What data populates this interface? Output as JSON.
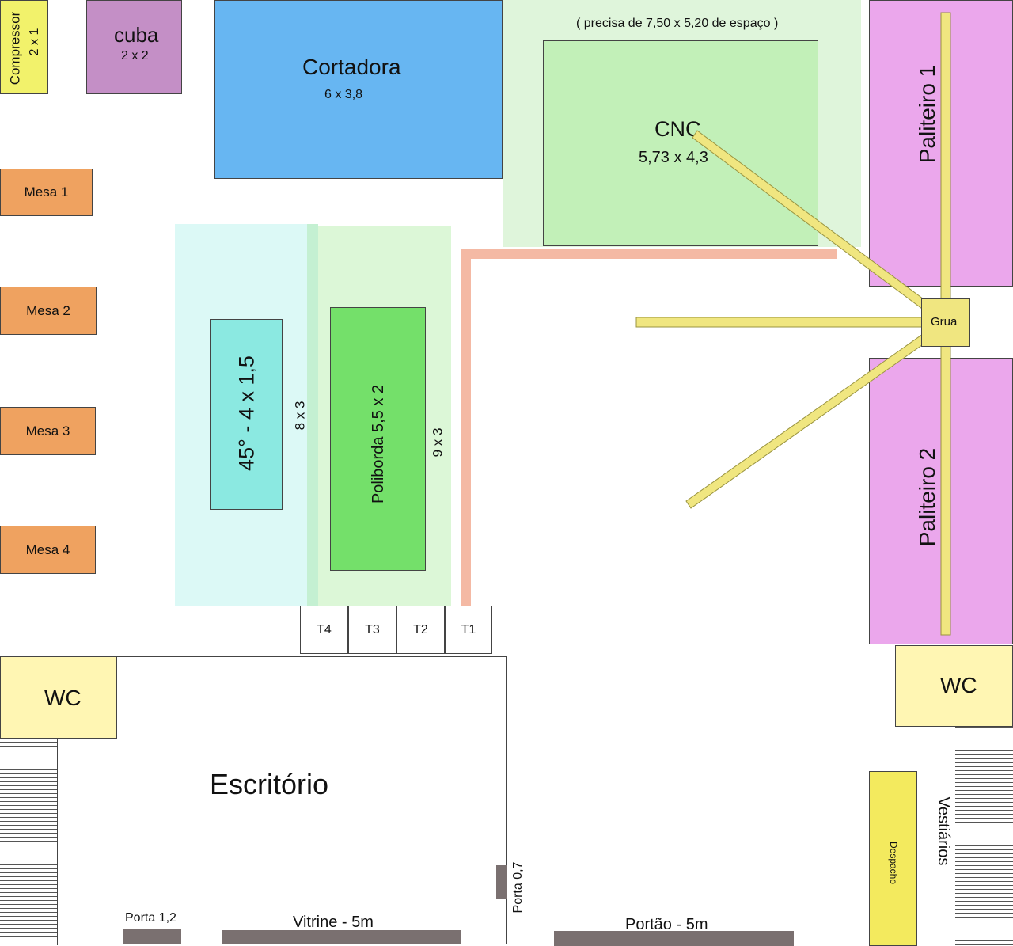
{
  "machines": {
    "compressor": {
      "name": "Compressor",
      "size": "2 x 1"
    },
    "cuba": {
      "name": "cuba",
      "size": "2 x 2"
    },
    "cortadora": {
      "name": "Cortadora",
      "size": "6 x 3,8"
    },
    "cnc": {
      "note": "( precisa de 7,50 x 5,20 de espaço )",
      "name": "CNC",
      "size": "5,73 x 4,3"
    },
    "paliteiro1": {
      "name": "Paliteiro 1"
    },
    "paliteiro2": {
      "name": "Paliteiro 2"
    },
    "grua": {
      "name": "Grua"
    },
    "maquina45": {
      "name": "45° - 4 x 1,5"
    },
    "area45": {
      "size": "8 x 3"
    },
    "poliborda": {
      "name": "Poliborda 5,5 x 2"
    },
    "area_poliborda": {
      "size": "9 x 3"
    }
  },
  "mesas": [
    "Mesa 1",
    "Mesa 2",
    "Mesa 3",
    "Mesa 4"
  ],
  "t_boxes": [
    "T4",
    "T3",
    "T2",
    "T1"
  ],
  "rooms": {
    "wc_left": "WC",
    "wc_right": "WC",
    "escritorio": "Escritório",
    "despacho": "Despacho",
    "vestiarios": "Vestiários"
  },
  "openings": {
    "porta_12": "Porta 1,2",
    "vitrine": "Vitrine - 5m",
    "porta_07": "Porta 0,7",
    "portao": "Portão - 5m"
  },
  "colors": {
    "compressor": "#f2f26b",
    "cuba": "#c48fc6",
    "cortadora": "#67b6f2",
    "cnc_area": "#dff5db",
    "cnc": "#c2f0b8",
    "paliteiro": "#eba7ec",
    "mesa": "#efa260",
    "area45": "#dcf9f6",
    "maquina45": "#8be9e1",
    "area_poliborda": "#dcf7d7",
    "poliborda": "#74e06a",
    "grua_rail": "#f0e680",
    "salmon_rail": "#f4b9a4",
    "wc": "#fff6b3",
    "despacho": "#f3ea5e",
    "opening": "#7a7070"
  }
}
